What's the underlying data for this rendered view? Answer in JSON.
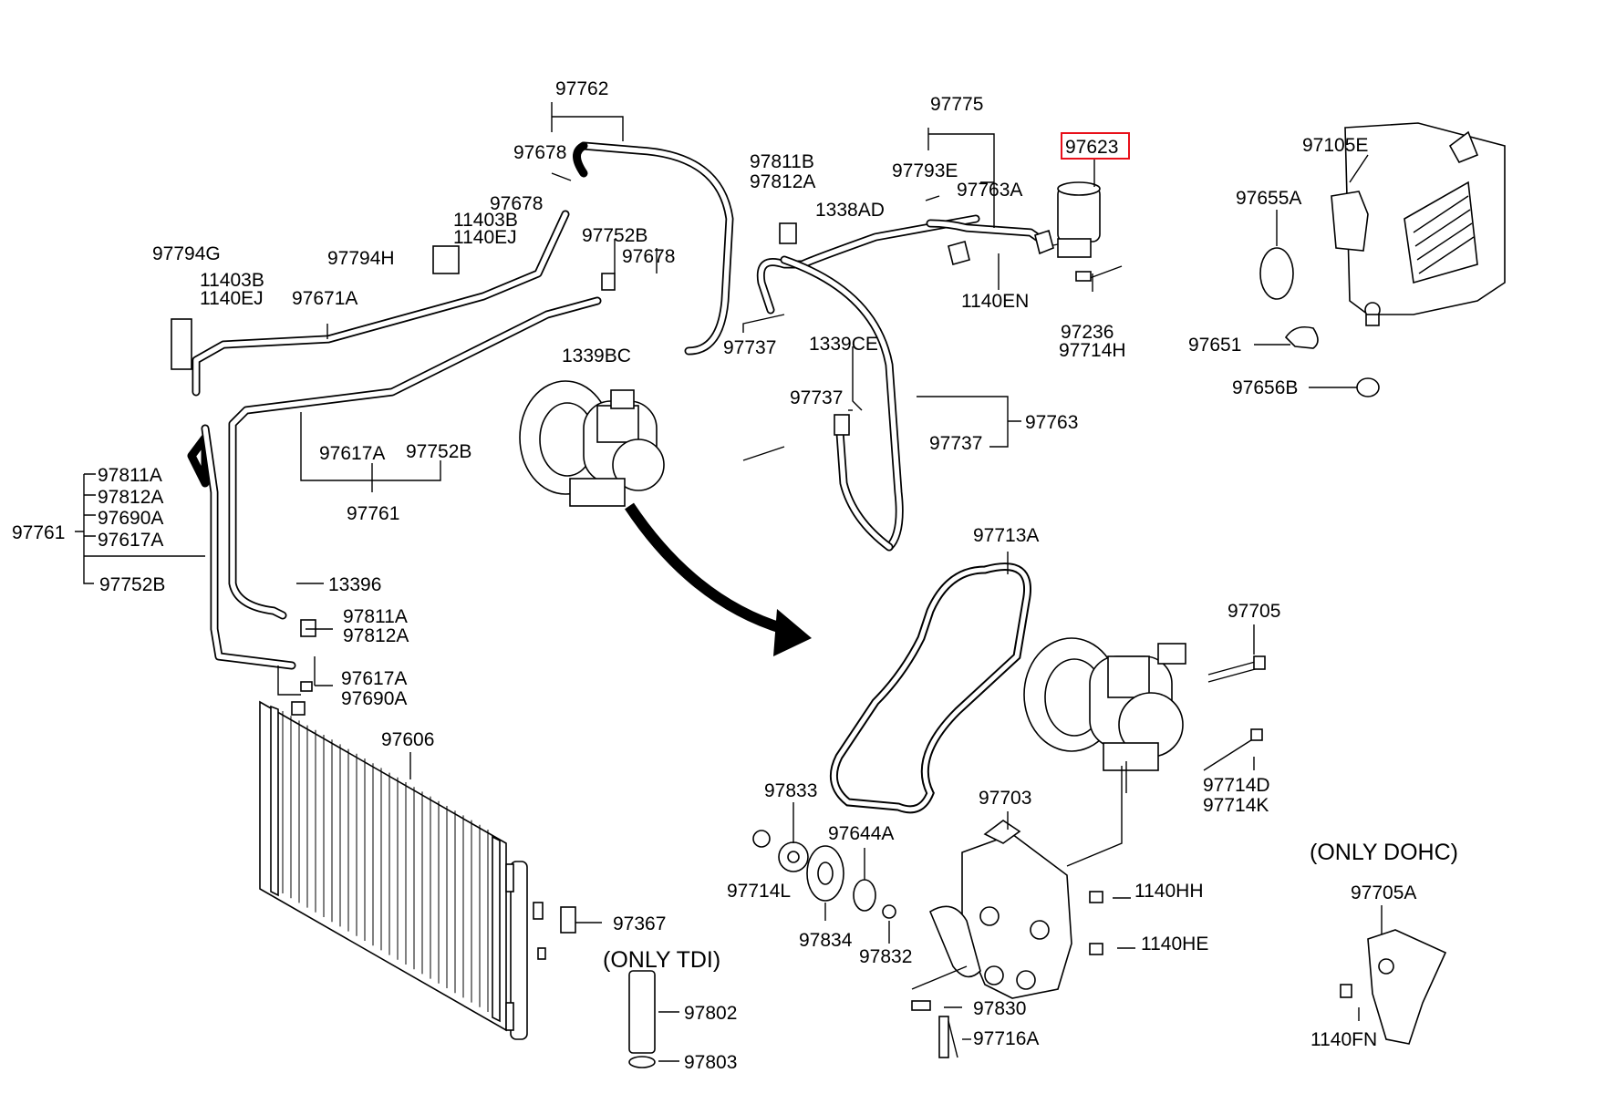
{
  "labels": {
    "l97762": "97762",
    "l97678a": "97678",
    "l97678b": "97678",
    "l97678c": "97678",
    "l97752b_top": "97752B",
    "l11403b_a": "11403B",
    "l1140ej_a": "1140EJ",
    "l97794h": "97794H",
    "l97794g": "97794G",
    "l11403b_b": "11403B",
    "l1140ej_b": "1140EJ",
    "l97671a": "97671A",
    "l1339bc": "1339BC",
    "l97811b": "97811B",
    "l97812a_top": "97812A",
    "l97737a": "97737",
    "l97737b": "97737",
    "l97737c": "97737",
    "l1339ce": "1339CE",
    "l97763": "97763",
    "l97775": "97775",
    "l97793e": "97793E",
    "l97763a": "97763A",
    "l1338ad": "1338AD",
    "l1140en": "1140EN",
    "l97623": "97623",
    "l97236": "97236",
    "l97714h": "97714H",
    "l97105e": "97105E",
    "l97655a": "97655A",
    "l97651": "97651",
    "l97656b": "97656B",
    "l97617a_mid": "97617A",
    "l97752b_mid": "97752B",
    "l97761_mid": "97761",
    "l97761_left": "97761",
    "l97811a_left": "97811A",
    "l97812a_left": "97812A",
    "l97690a_left": "97690A",
    "l97617a_left": "97617A",
    "l97752b_left": "97752B",
    "l13396": "13396",
    "l97811a_low": "97811A",
    "l97812a_low": "97812A",
    "l97617a_low": "97617A",
    "l97690a_low": "97690A",
    "l97606": "97606",
    "l97367": "97367",
    "l97802": "97802",
    "l97803": "97803",
    "l97713a": "97713A",
    "l97705": "97705",
    "l97714d": "97714D",
    "l97714k": "97714K",
    "l97833": "97833",
    "l97644a": "97644A",
    "l97714l": "97714L",
    "l97834": "97834",
    "l97832": "97832",
    "l97703": "97703",
    "l1140hh": "1140HH",
    "l1140he": "1140HE",
    "l97830": "97830",
    "l97716a": "97716A",
    "l97705a": "97705A",
    "l1140fn": "1140FN"
  },
  "notes": {
    "only_tdi": "(ONLY TDI)",
    "only_dohc": "(ONLY DOHC)"
  },
  "highlight": {
    "part": "97623",
    "color": "#e8101a"
  }
}
